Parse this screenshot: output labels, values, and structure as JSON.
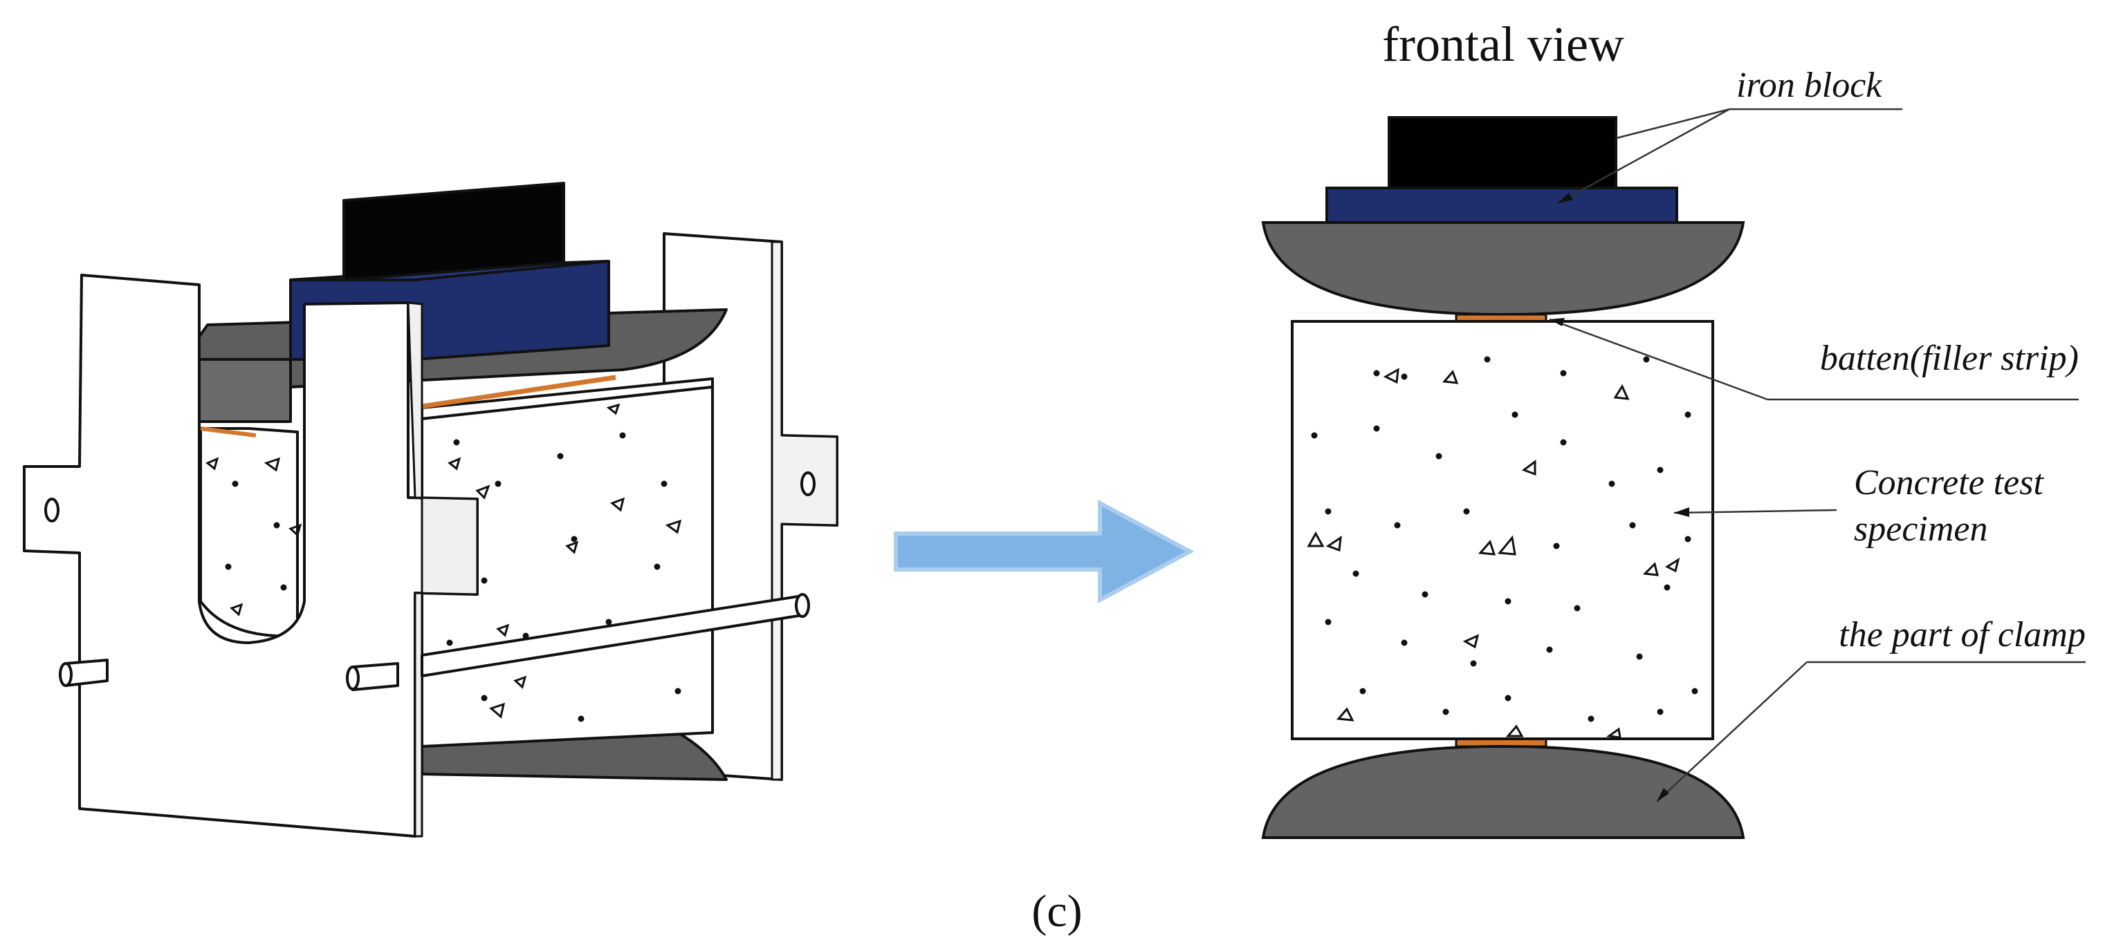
{
  "figure": {
    "view_title": "frontal view",
    "caption": "(c)",
    "labels": {
      "iron_block": "iron block",
      "batten": "batten(filler strip)",
      "specimen_line1": "Concrete test",
      "specimen_line2": "specimen",
      "clamp": "the part of clamp"
    },
    "colors": {
      "iron_black": "#000000",
      "iron_blue": "#1f2f6e",
      "clamp_gray": "#636363",
      "batten_orange": "#d2782e",
      "arrow_blue": "#7fb3e3",
      "outline": "#111111"
    }
  }
}
